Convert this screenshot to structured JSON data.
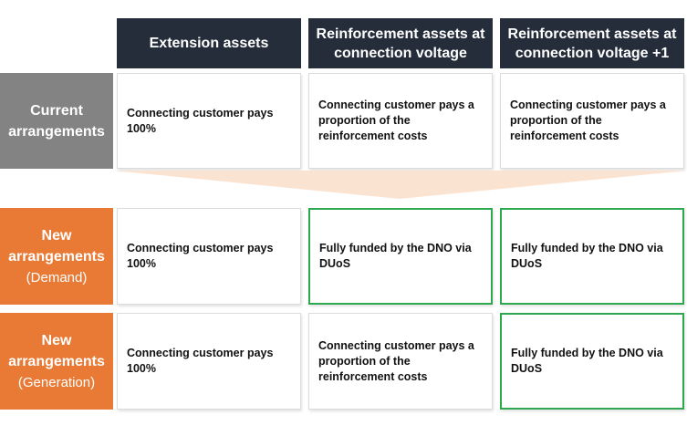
{
  "headers": {
    "col1": "Extension assets",
    "col2": [
      "Reinforcement assets at",
      "connection voltage"
    ],
    "col3": [
      "Reinforcement assets at",
      "connection voltage +1"
    ]
  },
  "rows": {
    "current": {
      "label": [
        "Current",
        "arrangements"
      ],
      "col1": "Connecting customer pays 100%",
      "col2": "Connecting customer pays a proportion of the reinforcement costs",
      "col3": "Connecting customer pays a proportion of the reinforcement costs"
    },
    "demand": {
      "label": [
        "New",
        "arrangements"
      ],
      "sublabel": "(Demand)",
      "col1": "Connecting customer pays 100%",
      "col2": "Fully funded by the DNO via DUoS",
      "col3": "Fully funded by the DNO via DUoS"
    },
    "generation": {
      "label": [
        "New",
        "arrangements"
      ],
      "sublabel": "(Generation)",
      "col1": "Connecting customer pays 100%",
      "col2": "Connecting customer pays a proportion of the reinforcement costs",
      "col3": "Fully funded by the DNO via DUoS"
    }
  },
  "colors": {
    "header_bg": "#252d3b",
    "current_label_bg": "#838383",
    "new_label_bg": "#e87a35",
    "highlight_border": "#2ea84f",
    "arrow_fill": "#fbe3d2"
  }
}
